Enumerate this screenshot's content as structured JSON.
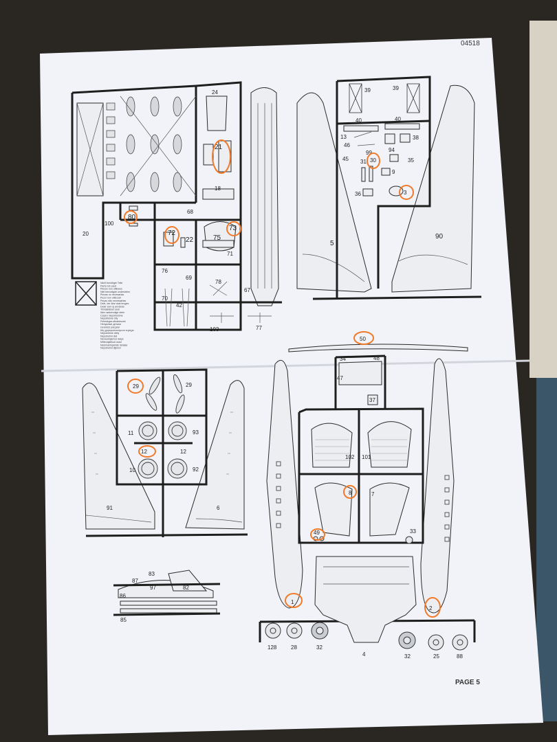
{
  "sheet": {
    "code": "04518",
    "page_label": "PAGE 5"
  },
  "sprue_upper_left": {
    "numbers": [
      "24",
      "21",
      "18",
      "68",
      "73",
      "75",
      "71",
      "72",
      "22",
      "80",
      "100",
      "20",
      "76",
      "69",
      "70",
      "42",
      "78",
      "103",
      "77",
      "67"
    ]
  },
  "legend": {
    "lines": [
      "Nicht benötigte Teile",
      "Parts not used",
      "Pièces non utilisées",
      "Niet benodigde onderdelen",
      "Piezas no necesarias",
      "Pezzi non utilizzati",
      "Peças não necessárias",
      "Dele, der ikke skal bruges",
      "Delar som ej används",
      "Ylimääräiset osat",
      "Ikke nødvendige deler",
      "Części niepotrzebne",
      "Nepotřebné díly",
      "Felesleges alkatrészek",
      "Ненужные детали",
      "Gereksiz parçalar",
      "Μη χρησιμοποιούμενα τεμάχια",
      "Nepotrebné diely",
      "Nepotrebni deli",
      "Nenaudojamos dalys",
      "Mittevajalikud osad",
      "Neizmantojamās detaļas",
      "Nepotrebni dijelovi"
    ]
  },
  "sprue_upper_right": {
    "numbers": [
      "39",
      "39",
      "40",
      "40",
      "13",
      "46",
      "45",
      "31",
      "30",
      "99",
      "94",
      "38",
      "35",
      "9",
      "36",
      "3",
      "5",
      "90"
    ]
  },
  "sprue_lower_left": {
    "numbers": [
      "29",
      "29",
      "11",
      "93",
      "12",
      "12",
      "10",
      "92",
      "91",
      "6",
      "87",
      "83",
      "97",
      "82",
      "86",
      "85"
    ]
  },
  "sprue_lower_right": {
    "numbers": [
      "50",
      "34",
      "48",
      "47",
      "37",
      "102",
      "101",
      "8",
      "7",
      "49",
      "33",
      "1",
      "2",
      "128",
      "28",
      "32",
      "4",
      "32",
      "25",
      "88"
    ]
  },
  "highlighted_parts": [
    "21",
    "73",
    "72",
    "80",
    "30",
    "3",
    "50",
    "29",
    "12",
    "8",
    "49",
    "1",
    "2"
  ]
}
